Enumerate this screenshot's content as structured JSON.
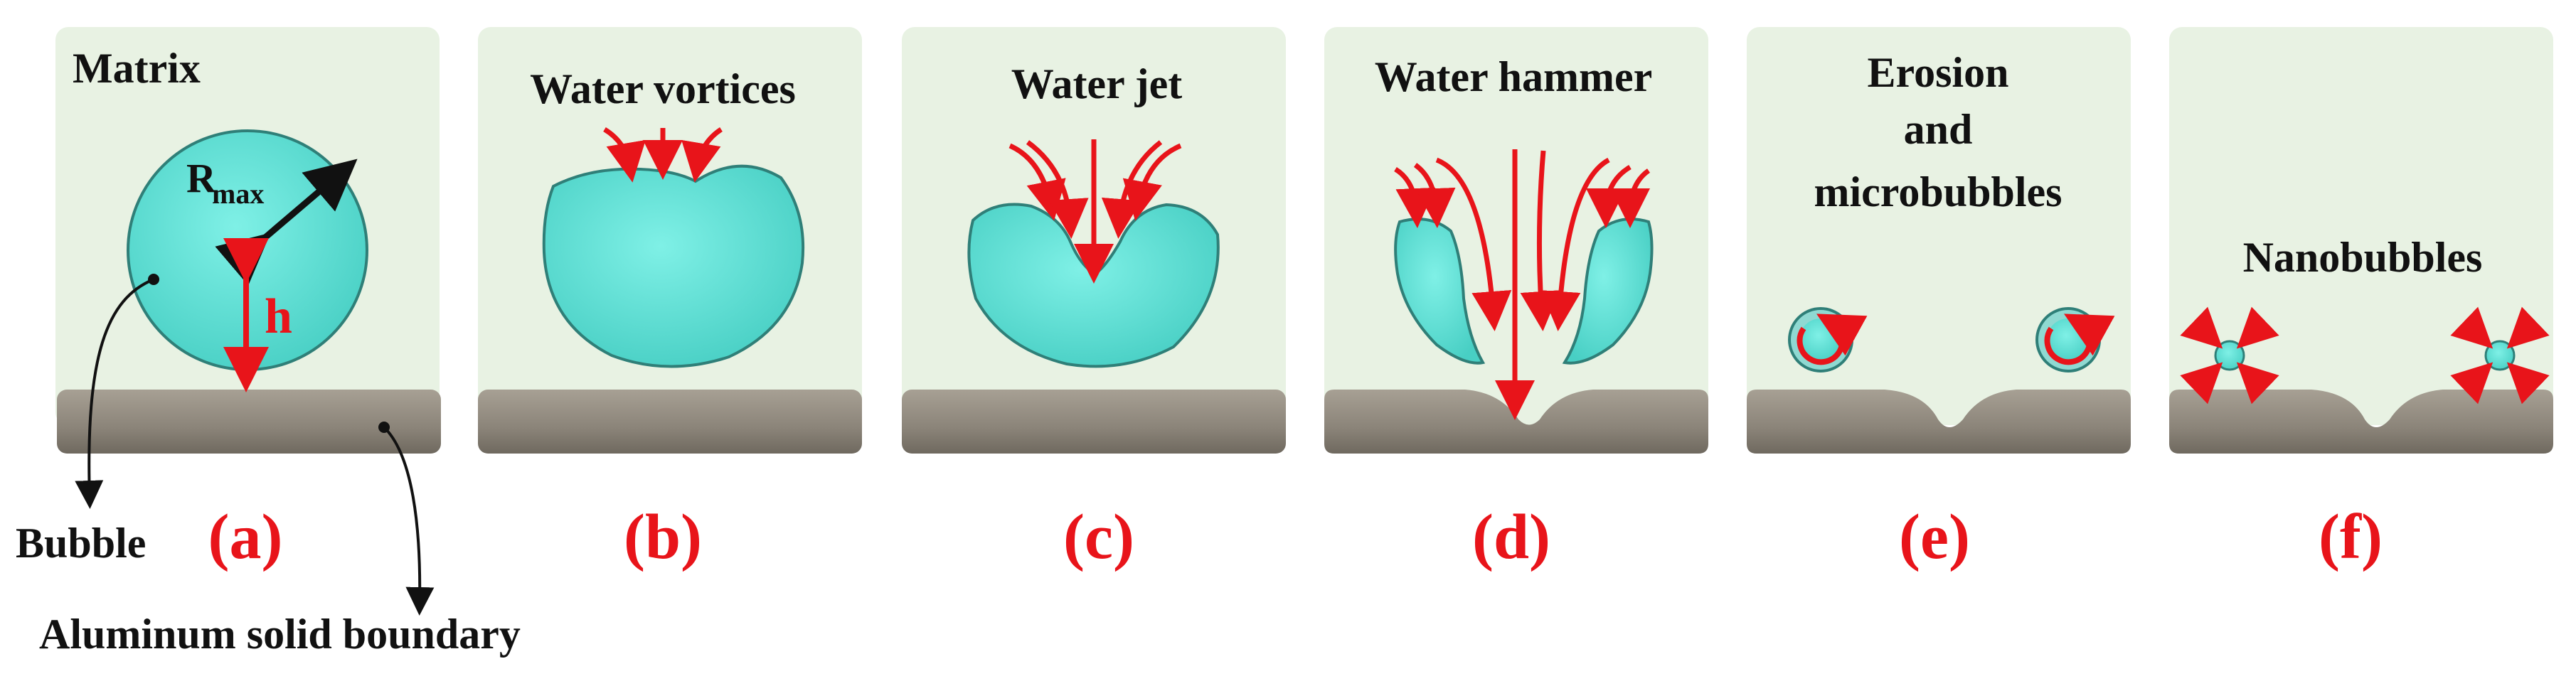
{
  "figure": {
    "colors": {
      "panel_background": "#e8f2e3",
      "bubble_fill": "#5fe0d6",
      "bubble_stroke": "#2f7f78",
      "boundary_fill": "#8e877c",
      "boundary_highlight": "#a39c90",
      "arrow_red": "#e8141a",
      "arrow_black": "#111111",
      "text_black": "#111111"
    },
    "panels": [
      {
        "id": "a",
        "label": "(a)",
        "title": "Matrix"
      },
      {
        "id": "b",
        "label": "(b)",
        "title": "Water vortices"
      },
      {
        "id": "c",
        "label": "(c)",
        "title": "Water jet"
      },
      {
        "id": "d",
        "label": "(d)",
        "title": "Water hammer"
      },
      {
        "id": "e",
        "label": "(e)",
        "title_lines": [
          "Erosion",
          "and",
          "microbubbles"
        ]
      },
      {
        "id": "f",
        "label": "(f)",
        "title": "Nanobubbles"
      }
    ],
    "annotations": {
      "rmax_main": "R",
      "rmax_sub": "max",
      "h": "h",
      "bubble": "Bubble",
      "boundary": "Aluminum solid boundary"
    },
    "icons": [
      "double-headed-arrow-icon",
      "red-arrow-icon",
      "recirculation-arrow-icon",
      "leader-line-icon"
    ]
  }
}
